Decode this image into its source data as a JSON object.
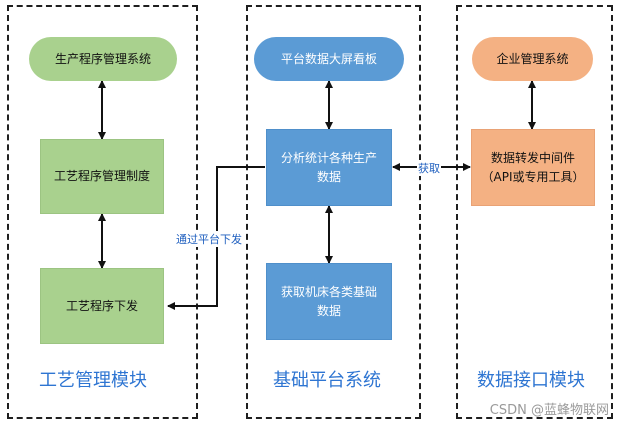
{
  "modules": {
    "process": {
      "title": "工艺管理模块",
      "top": "生产程序管理系统",
      "middle": "工艺程序管理制度",
      "bottom": "工艺程序下发"
    },
    "platform": {
      "title": "基础平台系统",
      "top": "平台数据大屏看板",
      "middle": [
        "分析统计各种生产",
        "数据"
      ],
      "bottom": [
        "获取机床各类基础",
        "数据"
      ]
    },
    "interface": {
      "title": "数据接口模块",
      "top": "企业管理系统",
      "middle": [
        "数据转发中间件",
        "（API或专用工具）"
      ]
    }
  },
  "edges": {
    "issue_label": "通过平台下发",
    "fetch_label": "获取"
  },
  "watermark": "CSDN @蓝蜂物联网"
}
